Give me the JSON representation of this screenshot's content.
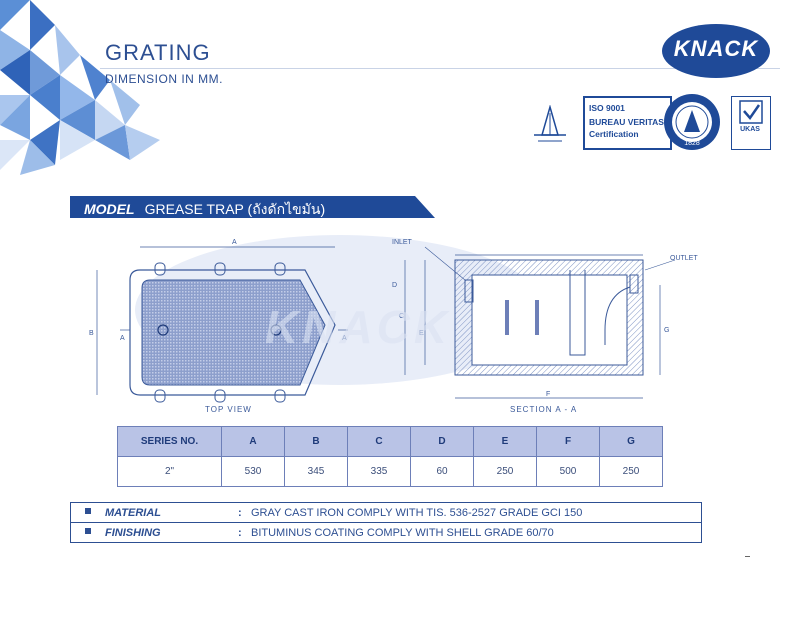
{
  "header": {
    "title": "GRATING",
    "subtitle": "DIMENSION IN MM."
  },
  "brand": {
    "logo_text": "KNACK",
    "watermark_text": "KNACK"
  },
  "certifications": {
    "iso_lines": [
      "ISO 9001",
      "BUREAU VERITAS",
      "Certification"
    ],
    "bv_year": "1828",
    "ukas_text": "UKAS",
    "tisi_icon": "thai-industrial-standard-icon"
  },
  "model": {
    "label": "MODEL",
    "name": "GREASE TRAP (ถังดักไขมัน)"
  },
  "drawing": {
    "top_view_caption": "TOP VIEW",
    "section_caption": "SECTION A - A",
    "inlet_label": "INLET",
    "outlet_label": "OUTLET",
    "dim_a": "A",
    "dim_b": "B",
    "dim_c": "C",
    "dim_d": "D",
    "dim_e": "E",
    "dim_f": "F",
    "dim_g": "G",
    "cut_a_left": "A",
    "cut_a_right": "A"
  },
  "spec_table": {
    "headers": [
      "SERIES NO.",
      "A",
      "B",
      "C",
      "D",
      "E",
      "F",
      "G"
    ],
    "rows": [
      [
        "2\"",
        "530",
        "345",
        "335",
        "60",
        "250",
        "500",
        "250"
      ]
    ]
  },
  "notes": [
    {
      "label": "MATERIAL",
      "value": "GRAY CAST IRON COMPLY WITH TIS. 536-2527 GRADE GCI 150"
    },
    {
      "label": "FINISHING",
      "value": "BITUMINUS COATING COMPLY WITH SHELL GRADE 60/70"
    }
  ],
  "colors": {
    "primary_blue": "#1f4a98",
    "table_header": "#b9c3e6",
    "drawing_line": "#3b5a9a"
  }
}
